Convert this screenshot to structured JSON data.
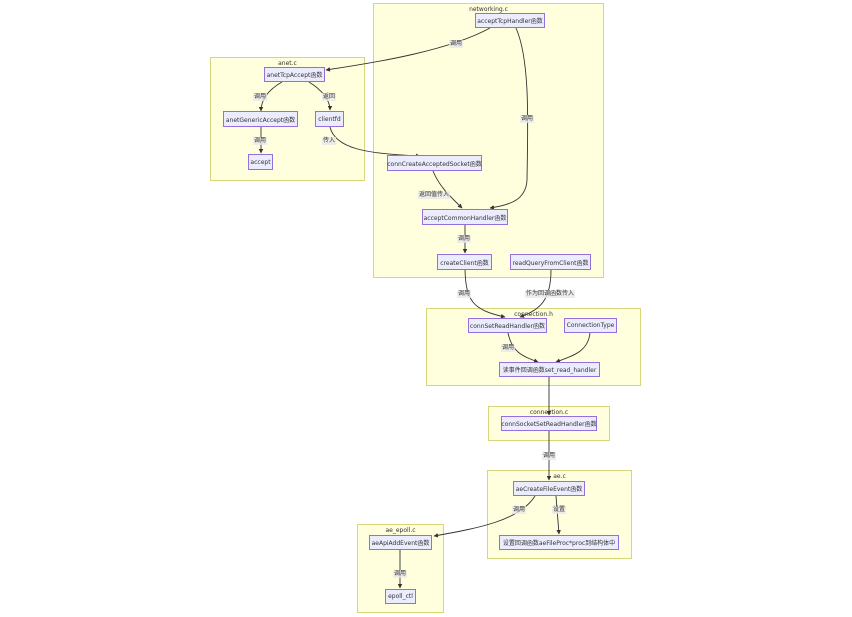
{
  "colors": {
    "cluster_fill": "#ffffde",
    "cluster_border": "#d7d77a",
    "node_fill": "#ececff",
    "node_border": "#9370db",
    "edge": "#333333",
    "text": "#333333"
  },
  "clusters": {
    "networking": "networking.c",
    "anet": "anet.c",
    "connection_h": "connection.h",
    "connection_c": "connection.c",
    "ae": "ae.c",
    "ae_epoll": "ae_epoll.c"
  },
  "nodes": {
    "acceptTcpHandler": "acceptTcpHandler函数",
    "anetTcpAccept": "anetTcpAccept函数",
    "anetGenericAccept": "anetGenericAccept函数",
    "clientfd": "clientfd",
    "accept": "accept",
    "connCreateAcceptedSocket": "connCreateAcceptedSocket函数",
    "acceptCommonHandler": "acceptCommonHandler函数",
    "createClient": "createClient函数",
    "readQueryFromClient": "readQueryFromClient函数",
    "connSetReadHandler": "connSetReadHandler函数",
    "ConnectionType": "ConnectionType",
    "set_read_handler": "读事件回调函数set_read_handler",
    "connSocketSetReadHandler": "connSocketSetReadHandler函数",
    "aeCreateFileEvent": "aeCreateFileEvent函数",
    "aeApiAddEvent": "aeApiAddEvent函数",
    "setCallback": "设置回调函数aeFileProc*proc到结构体中",
    "epoll_ctl": "epoll_ctl"
  },
  "edges": {
    "e1": "调用",
    "e2": "调用",
    "e3": "返回",
    "e4": "调用",
    "e5": "传入",
    "e6": "调用",
    "e7": "返回值传入",
    "e8": "调用",
    "e9": "调用",
    "e10": "作为回调函数传入",
    "e11": "调用",
    "e12": "调用",
    "e13": "调用",
    "e14": "设置",
    "e15": "调用"
  }
}
